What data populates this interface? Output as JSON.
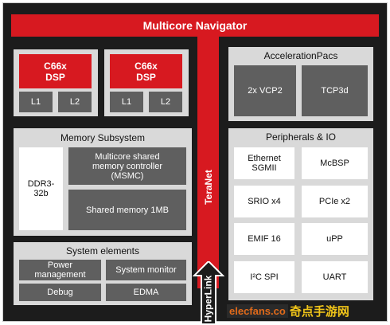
{
  "navigator": {
    "title": "Multicore Navigator"
  },
  "teranet": {
    "label": "TeraNet"
  },
  "hyperlink": {
    "label": "HyperLink"
  },
  "dsp_cores": [
    {
      "name_line1": "C66x",
      "name_line2": "DSP",
      "l1": "L1",
      "l2": "L2"
    },
    {
      "name_line1": "C66x",
      "name_line2": "DSP",
      "l1": "L1",
      "l2": "L2"
    }
  ],
  "memory": {
    "title": "Memory Subsystem",
    "ddr_line1": "DDR3-",
    "ddr_line2": "32b",
    "msmc_line1": "Multicore shared",
    "msmc_line2": "memory controller",
    "msmc_line3": "(MSMC)",
    "shared": "Shared memory 1MB"
  },
  "system": {
    "title": "System elements",
    "power_line1": "Power",
    "power_line2": "management",
    "monitor": "System monitor",
    "debug": "Debug",
    "edma": "EDMA"
  },
  "accel": {
    "title": "AccelerationPacs",
    "vcp": "2x VCP2",
    "tcp": "TCP3d"
  },
  "periph": {
    "title": "Peripherals & IO",
    "items": [
      {
        "line1": "Ethernet",
        "line2": "SGMII"
      },
      {
        "line1": "McBSP",
        "line2": ""
      },
      {
        "line1": "SRIO x4",
        "line2": ""
      },
      {
        "line1": "PCIe x2",
        "line2": ""
      },
      {
        "line1": "EMIF 16",
        "line2": ""
      },
      {
        "line1": "uPP",
        "line2": ""
      },
      {
        "line1": "I²C SPI",
        "line2": ""
      },
      {
        "line1": "UART",
        "line2": ""
      }
    ]
  },
  "watermark": {
    "text1": "elecfans.co",
    "text2": "奇点手游网"
  },
  "colors": {
    "red": "#d71920",
    "dark": "#1c1c1c",
    "gray_block": "#5f5f5f",
    "panel": "#d9d9d9"
  }
}
